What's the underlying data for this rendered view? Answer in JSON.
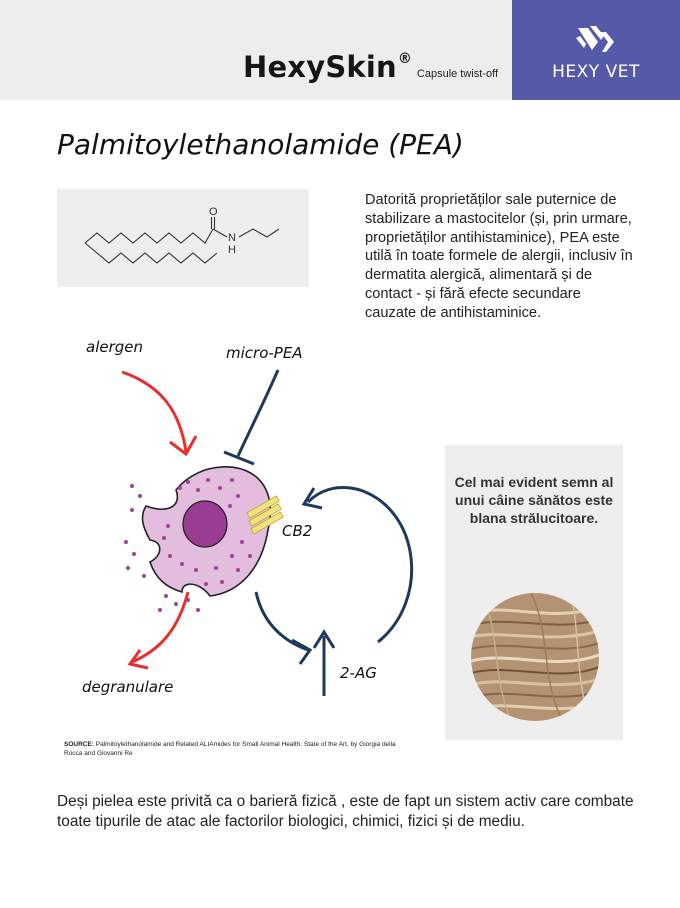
{
  "header": {
    "brand_name": "HexySkin",
    "brand_mark": "®",
    "brand_subtitle": "Capsule twist-off",
    "logo_icon": "hexy-vet-logo-icon",
    "logo_text": "HEXY VET",
    "colors": {
      "band": "#ededed",
      "logo_bg": "#5459a8"
    }
  },
  "title": "Palmitoylethanolamide (PEA)",
  "molecule": {
    "atom_o": "O",
    "atom_n": "N",
    "atom_h": "H"
  },
  "intro": "Datorită proprietăților sale puternice de stabilizare a mastocitelor (și, prin urmare, proprietăților antihistaminice), PEA este utilă în toate formele de alergii, inclusiv în dermatita alergică, alimentară și de contact - și fără efecte secundare cauzate de antihistaminice.",
  "diagram": {
    "allergen": "alergen",
    "micro_pea": "micro-PEA",
    "cb2": "CB2",
    "two_ag": "2-AG",
    "degranulation": "degranulare",
    "colors": {
      "red_arrow": "#e63030",
      "blue_arrow": "#1d3a5c",
      "cell_fill": "#e3bddd",
      "nucleus": "#9b3c93",
      "granule": "#a0449a",
      "receptor": "#f3e27a"
    }
  },
  "panel": {
    "text": "Cel mai evident semn al unui câine sănătos este blana strălucitoare."
  },
  "source": {
    "label": "SOURCE:",
    "text": " Palmitoylethanolamide and Related ALIAmides for Small Animal Health: State of the Art, by Giorgia della Rocca and Giovanni Re"
  },
  "bottom": "Deși pielea este privită ca o barieră fizică , este de fapt un sistem activ care combate toate tipurile de atac ale factorilor biologici, chimici, fizici și de mediu."
}
